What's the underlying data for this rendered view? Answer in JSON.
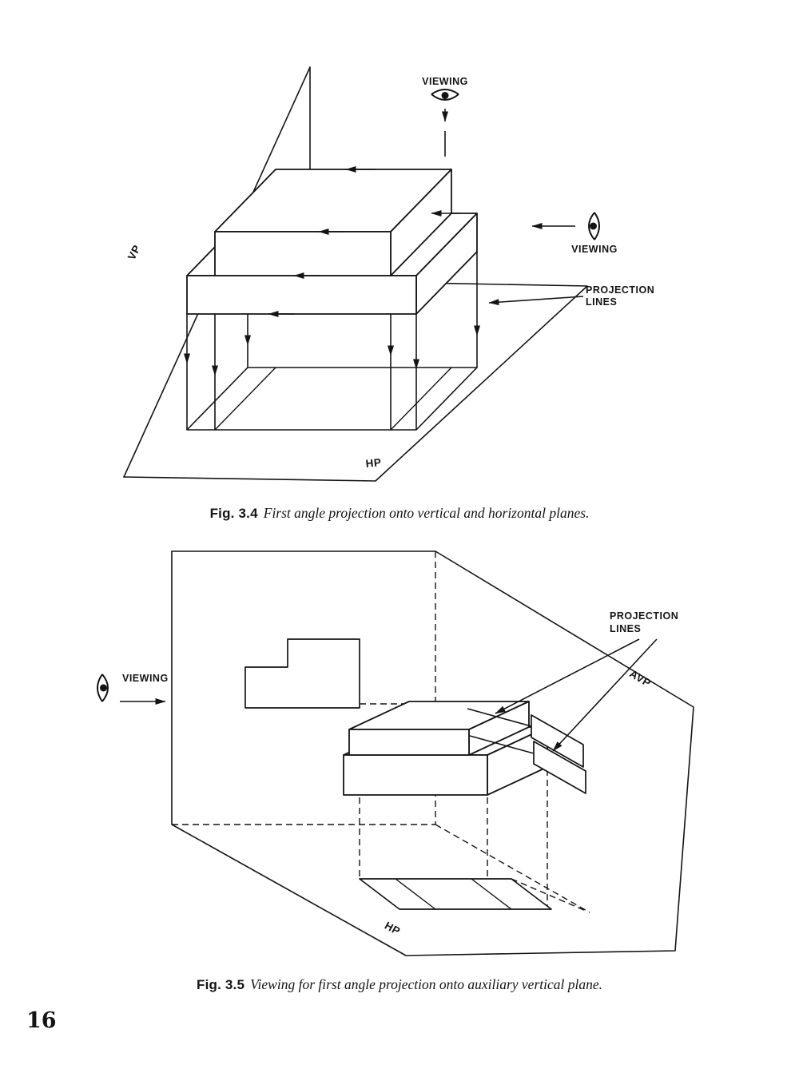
{
  "page": {
    "number": "16"
  },
  "fig34": {
    "labels": {
      "viewing_top": "VIEWING",
      "viewing_right": "VIEWING",
      "projection_line1": "PROJECTION",
      "projection_line2": "LINES",
      "vp": "VP",
      "hp": "HP"
    },
    "caption": {
      "label": "Fig. 3.4",
      "text": "First angle projection onto vertical and horizontal planes."
    }
  },
  "fig35": {
    "labels": {
      "viewing": "VIEWING",
      "projection_line1": "PROJECTION",
      "projection_line2": "LINES",
      "avp": "AVP",
      "hp": "HP"
    },
    "caption": {
      "label": "Fig. 3.5",
      "text": "Viewing for first angle projection onto auxiliary vertical plane."
    }
  }
}
